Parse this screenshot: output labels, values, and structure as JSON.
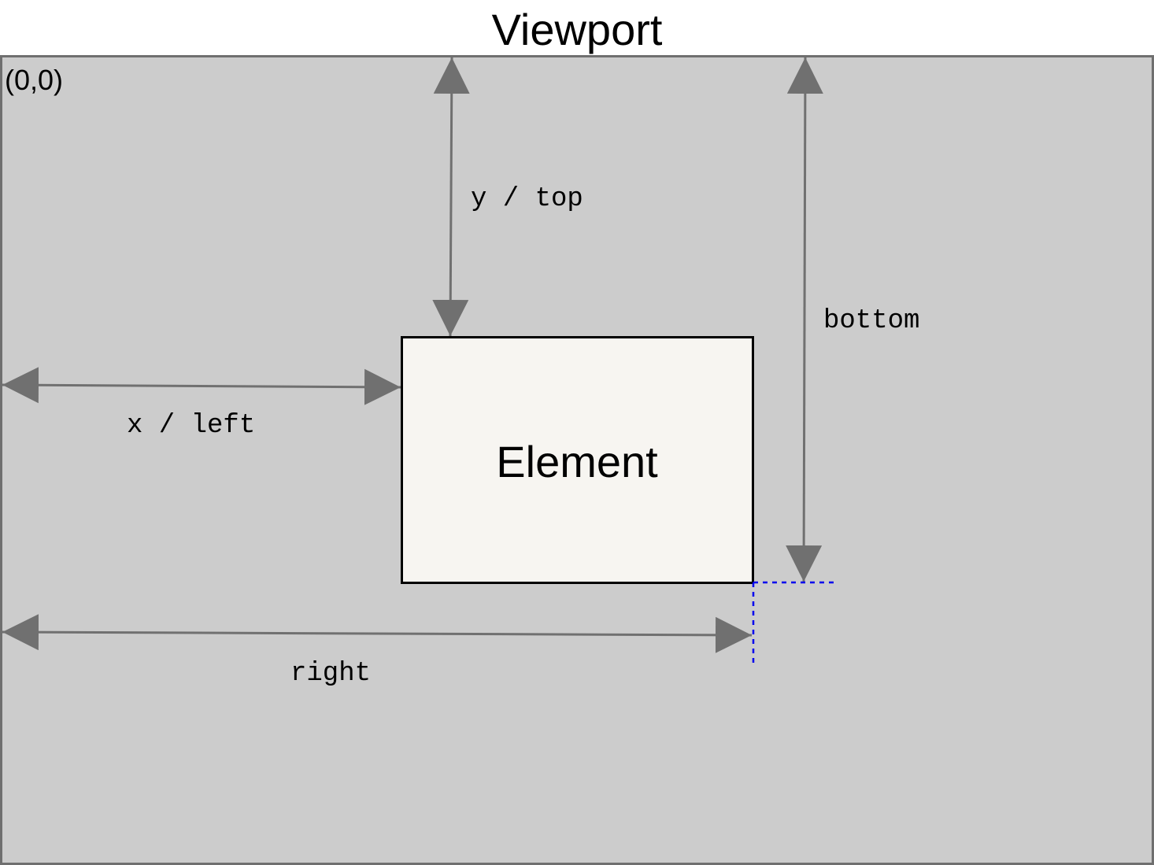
{
  "diagram": {
    "title": "Viewport",
    "origin_label": "(0,0)",
    "element_label": "Element",
    "arrows": {
      "top": "y / top",
      "bottom": "bottom",
      "left": "x / left",
      "right": "right"
    },
    "colors": {
      "viewport_fill": "#cccccc",
      "viewport_border": "#6f6f6f",
      "element_fill": "#f7f5f1",
      "element_border": "#000000",
      "arrow": "#707070",
      "guide": "#0000ee",
      "text": "#000000"
    }
  }
}
